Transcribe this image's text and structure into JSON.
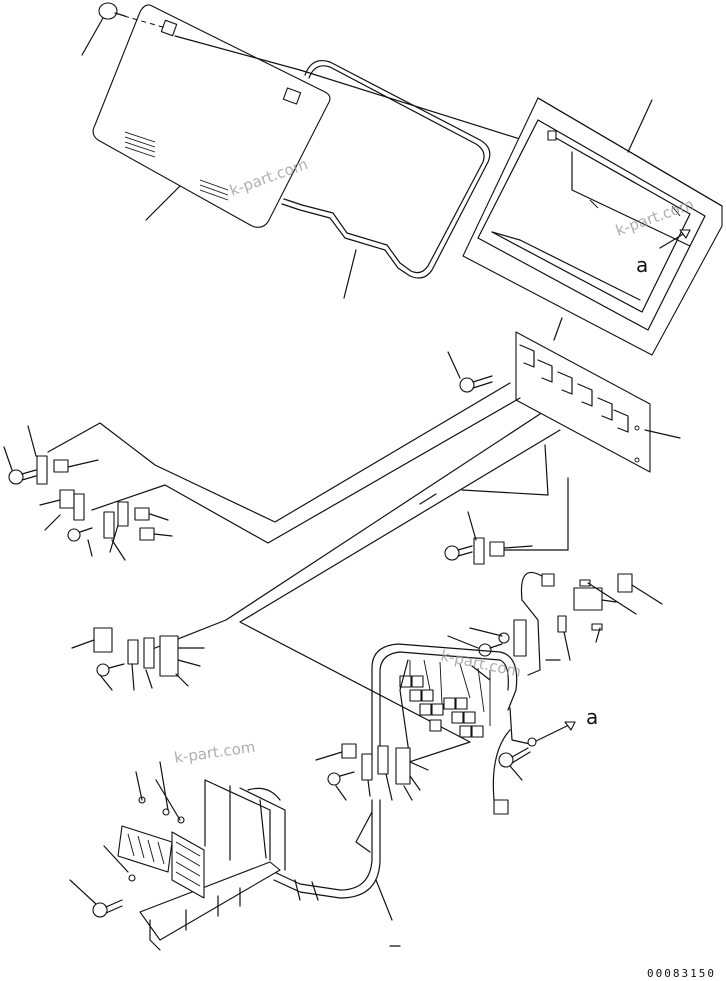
{
  "watermark": {
    "text": "k-part.com"
  },
  "reference_letter": "a",
  "drawing_code": "00083150"
}
